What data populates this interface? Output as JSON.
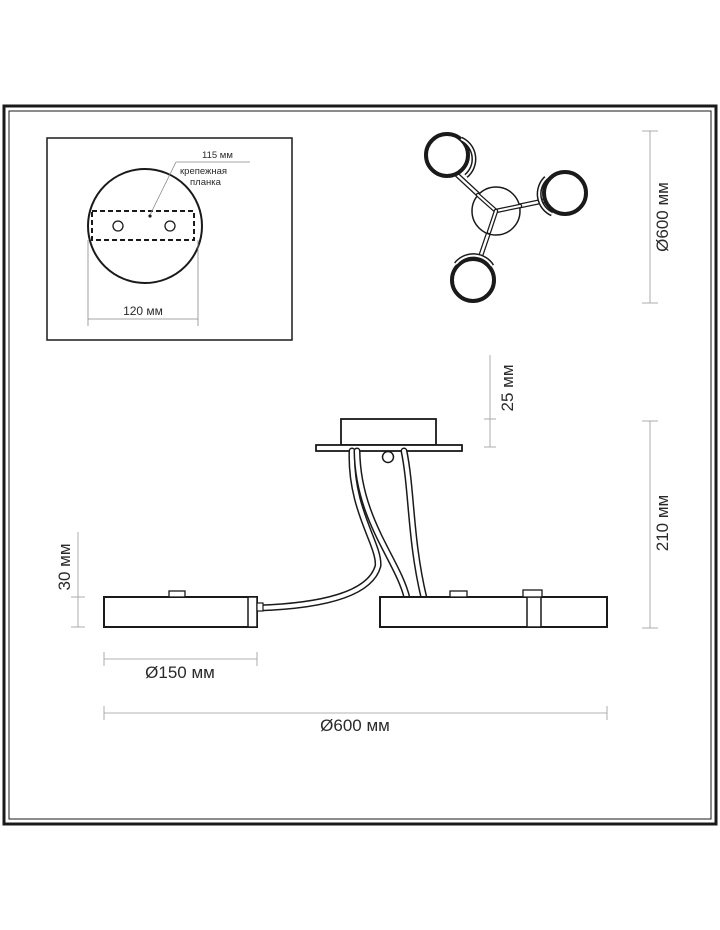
{
  "inset": {
    "dim_plate_length": "115 мм",
    "plate_label_line1": "крепежная",
    "plate_label_line2": "планка",
    "dim_plate_width": "120 мм"
  },
  "top_view": {
    "dim_diameter": "Ø600 мм"
  },
  "side_view": {
    "dim_canopy_height": "25 мм",
    "dim_total_height": "210 мм",
    "dim_shade_height": "30 мм",
    "dim_shade_diameter": "Ø150 мм",
    "dim_total_width": "Ø600 мм"
  },
  "colors": {
    "frame": "#1a1a1a",
    "line": "#333333",
    "dim_line": "#9a9a9a",
    "fill": "#ffffff"
  }
}
